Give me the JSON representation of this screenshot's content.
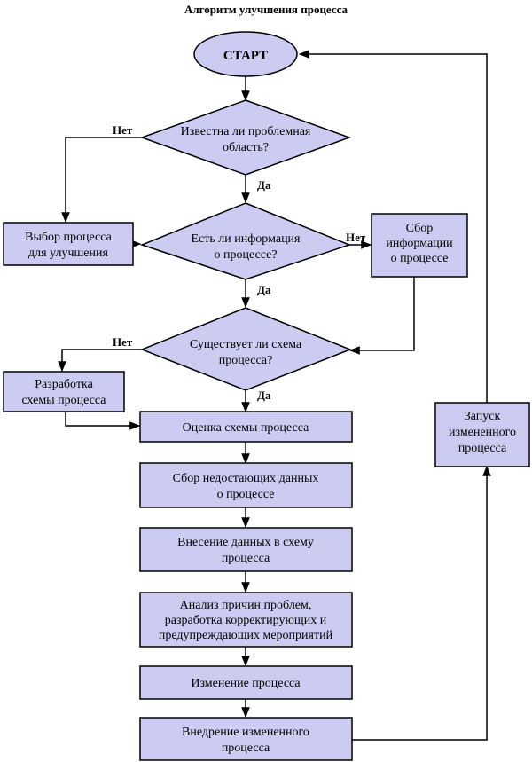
{
  "title": "Алгоритм улучшения процесса",
  "colors": {
    "node_fill": "#ccccf2",
    "stroke": "#000000",
    "background": "#ffffff"
  },
  "nodes": {
    "start": {
      "lines": [
        "СТАРТ"
      ]
    },
    "known_problem_area": {
      "lines": [
        "Известна ли проблемная",
        "область?"
      ]
    },
    "has_process_info": {
      "lines": [
        "Есть ли информация",
        "о процессе?"
      ]
    },
    "process_scheme_exists": {
      "lines": [
        "Существует ли схема",
        "процесса?"
      ]
    },
    "select_process": {
      "lines": [
        "Выбор процесса",
        "для улучшения"
      ]
    },
    "collect_info": {
      "lines": [
        "Сбор",
        "информации",
        "о процессе"
      ]
    },
    "develop_scheme": {
      "lines": [
        "Разработка",
        "схемы процесса"
      ]
    },
    "evaluate_scheme": {
      "lines": [
        "Оценка схемы процесса"
      ]
    },
    "collect_missing_data": {
      "lines": [
        "Сбор недостающих данных",
        "о процессе"
      ]
    },
    "enter_data": {
      "lines": [
        "Внесение данных в схему",
        "процесса"
      ]
    },
    "analysis": {
      "lines": [
        "Анализ причин проблем,",
        "разработка корректирующих и",
        "предупреждающих мероприятий"
      ]
    },
    "change_process": {
      "lines": [
        "Изменение процесса"
      ]
    },
    "implement": {
      "lines": [
        "Внедрение измененного",
        "процесса"
      ]
    },
    "launch_changed": {
      "lines": [
        "Запуск",
        "измененного",
        "процесса"
      ]
    }
  },
  "branch_labels": {
    "no": "Нет",
    "yes": "Да"
  }
}
